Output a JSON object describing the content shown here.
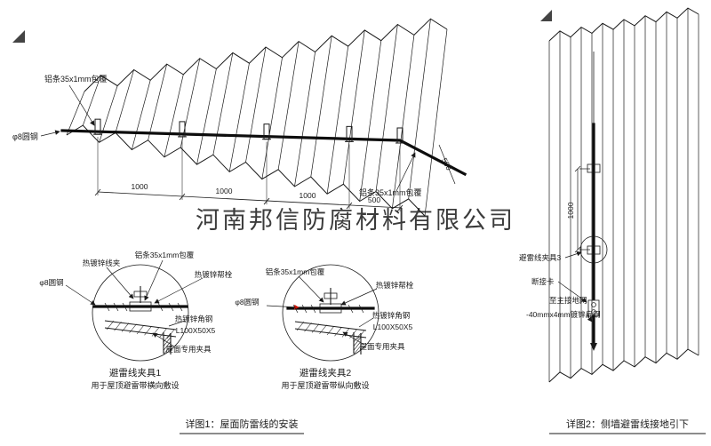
{
  "colors": {
    "ink": "#1a1a1a",
    "red": "#cc1100",
    "watermark": "#9b9b9b"
  },
  "watermark": "河南邦信防腐材料有限公司",
  "roof_view": {
    "label_alu_top": "铝条35x1mm包覆",
    "label_alu_right": "铝条35x1mm包覆",
    "label_round_steel": "φ8圆钢",
    "dims_chain": [
      "1000",
      "1000",
      "1000",
      "500"
    ],
    "dim_edge": "500"
  },
  "detail1": {
    "title": "避雷线夹具1",
    "subtitle": "用于屋顶避雷带横向敷设",
    "labels": {
      "wire_clamp": "热镀锌线夹",
      "alu": "铝条35x1mm包覆",
      "bolt": "热镀锌帮栓",
      "round_steel": "φ8圆钢",
      "angle_steel": "热镀锌角钢",
      "angle_spec": "L100X50X5",
      "roof_clamp": "屋面专用夹具"
    }
  },
  "detail2": {
    "title": "避雷线夹具2",
    "subtitle": "用于屋顶避雷带纵向敷设",
    "labels": {
      "alu": "铝条35x1mm包覆",
      "bolt": "热镀锌帮栓",
      "round_steel": "φ8圆钢",
      "angle_steel": "热镀锌角钢",
      "angle_spec": "L100X50X5",
      "roof_clamp": "屋面专用夹具"
    }
  },
  "wall_view": {
    "dim_spacing": "1000",
    "labels": {
      "clamp3": "避雷线夹具3",
      "disconnect": "断接卡",
      "to_ground": "至主接地网",
      "flat_steel": "-40mmx4mm镀锌扁钢"
    }
  },
  "captions": {
    "fig1": "详图1：屋面防雷线的安装",
    "fig2": "详图2：侧墙避雷线接地引下"
  }
}
